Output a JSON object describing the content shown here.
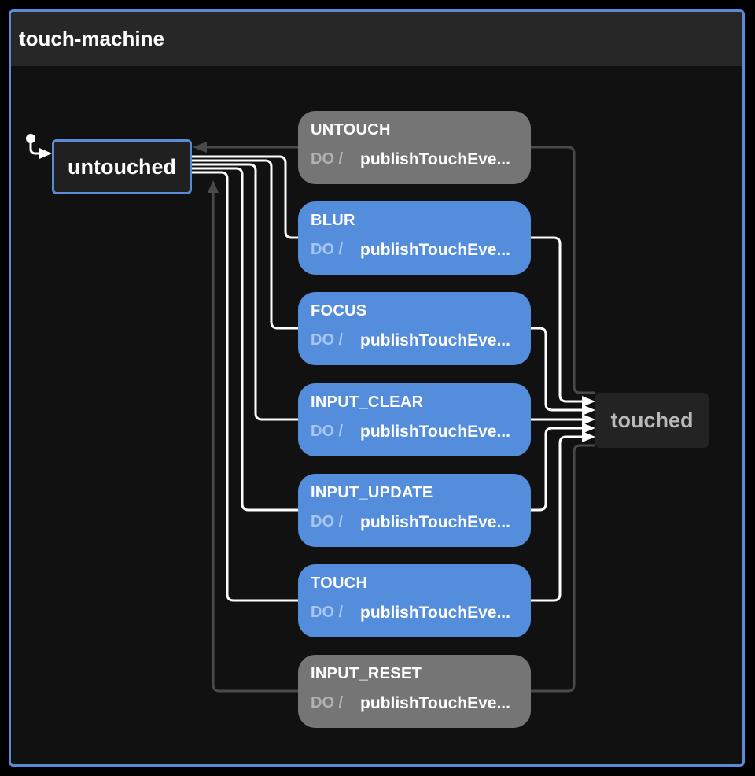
{
  "machine": {
    "title": "touch-machine"
  },
  "states": {
    "untouched": "untouched",
    "touched": "touched"
  },
  "do_label": "DO /",
  "events": [
    {
      "name": "UNTOUCH",
      "action": "publishTouchEve...",
      "status": "inactive"
    },
    {
      "name": "BLUR",
      "action": "publishTouchEve...",
      "status": "active"
    },
    {
      "name": "FOCUS",
      "action": "publishTouchEve...",
      "status": "active"
    },
    {
      "name": "INPUT_CLEAR",
      "action": "publishTouchEve...",
      "status": "active"
    },
    {
      "name": "INPUT_UPDATE",
      "action": "publishTouchEve...",
      "status": "active"
    },
    {
      "name": "TOUCH",
      "action": "publishTouchEve...",
      "status": "active"
    },
    {
      "name": "INPUT_RESET",
      "action": "publishTouchEve...",
      "status": "inactive"
    }
  ],
  "colors": {
    "accent": "#5a8bd6",
    "event_active": "#558ddd",
    "event_inactive": "#757575",
    "edge_active": "#ffffff",
    "edge_inactive": "#4a4a4a"
  }
}
